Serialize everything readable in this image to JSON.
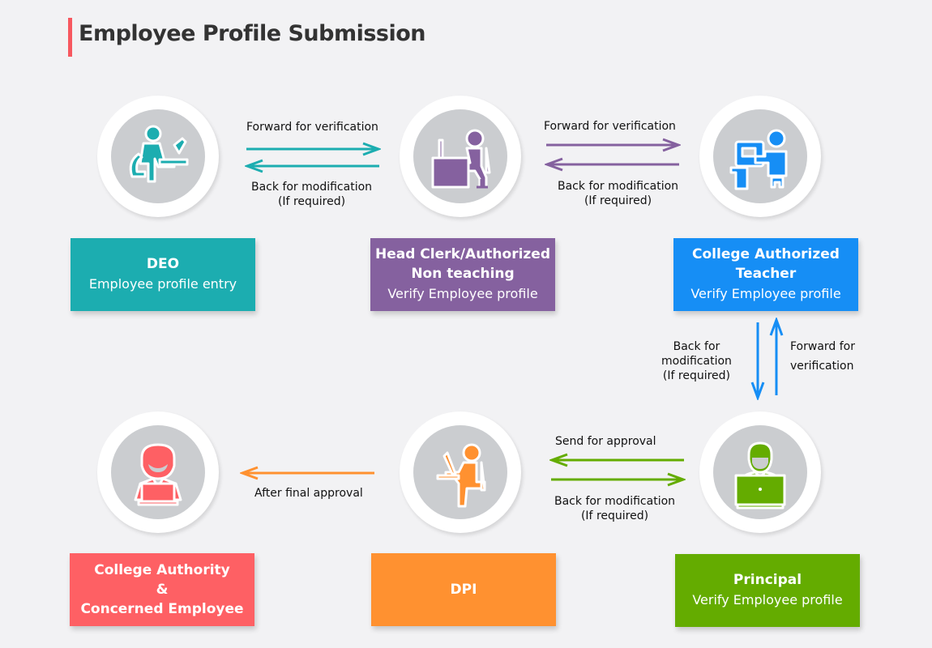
{
  "title": "Employee Profile Submission",
  "colors": {
    "accent": "#f7585f",
    "deo": "#1cadb0",
    "head_clerk": "#85619f",
    "teacher": "#168ef5",
    "principal": "#64ac00",
    "dpi": "#ff9130",
    "authority": "#fe6064",
    "icon_bg": "#cbcdd0"
  },
  "nodes": {
    "deo": {
      "title": "DEO",
      "subtitle": "Employee profile entry",
      "icon": "person-at-laptop-icon"
    },
    "head_clerk": {
      "title_line1": "Head Clerk/Authorized",
      "title_line2": "Non teaching",
      "subtitle": "Verify Employee profile",
      "icon": "person-at-desk-icon"
    },
    "teacher": {
      "title_line1": "College Authorized",
      "title_line2": "Teacher",
      "subtitle": "Verify Employee profile",
      "icon": "person-at-computer-icon"
    },
    "principal": {
      "title": "Principal",
      "subtitle": "Verify Employee profile",
      "icon": "manager-with-laptop-icon"
    },
    "dpi": {
      "title": "DPI",
      "icon": "person-at-monitor-icon"
    },
    "authority": {
      "line1": "College Authority",
      "line2": "&",
      "line3": "Concerned Employee",
      "icon": "employee-with-laptop-icon"
    }
  },
  "flows": {
    "deo_head": {
      "forward": "Forward for verification",
      "back_line1": "Back for modification",
      "back_line2": "(If required)"
    },
    "head_teacher": {
      "forward": "Forward for verification",
      "back_line1": "Back for modification",
      "back_line2": "(If required)"
    },
    "teacher_principal": {
      "back_line1": "Back for",
      "back_line2": "modification",
      "back_line3": "(If required)",
      "forward_line1": "Forward for",
      "forward_line2": "verification"
    },
    "principal_dpi": {
      "send": "Send for approval",
      "back_line1": "Back for modification",
      "back_line2": "(If required)"
    },
    "dpi_authority": {
      "label": "After final approval"
    }
  }
}
